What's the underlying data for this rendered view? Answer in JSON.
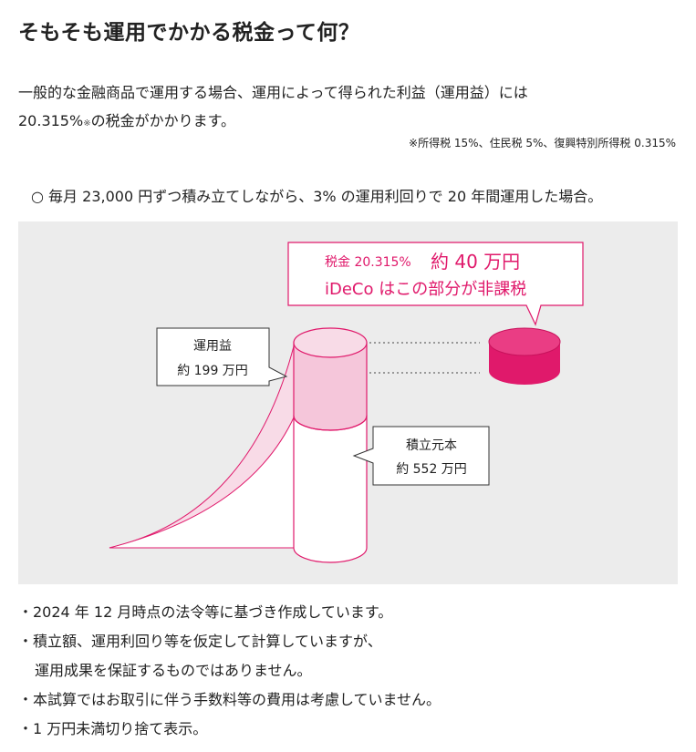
{
  "title": "そもそも運用でかかる税金って何？",
  "intro": {
    "line1": "一般的な金融商品で運用する場合、運用によって得られた利益（運用益）には",
    "rate": "20.315%",
    "mark": "※",
    "line2_rest": "の税金がかかります。"
  },
  "footnote": "※所得税 15%、住民税 5%、復興特別所得税 0.315%",
  "condition": "○ 毎月 23,000 円ずつ積み立てしながら、3% の運用利回りで 20 年間運用した場合。",
  "diagram": {
    "tax_callout": {
      "small": "税金 20.315%",
      "large": "約 40 万円",
      "line2": "iDeCo はこの部分が非課税"
    },
    "profit_label": {
      "line1": "運用益",
      "line2": "約 199 万円"
    },
    "principal_label": {
      "line1": "積立元本",
      "line2": "約 552 万円"
    },
    "colors": {
      "accent": "#e0196b",
      "pink_fill": "#f5c6da",
      "pink_light": "#f8dbe7",
      "tax_disk": "#e8377a",
      "panel": "#ececec"
    }
  },
  "notes": [
    "・2024 年 12 月時点の法令等に基づき作成しています。",
    "・積立額、運用利回り等を仮定して計算していますが、",
    "運用成果を保証するものではありません。",
    "・本試算ではお取引に伴う手数料等の費用は考慮していません。",
    "・1 万円未満切り捨て表示。"
  ]
}
